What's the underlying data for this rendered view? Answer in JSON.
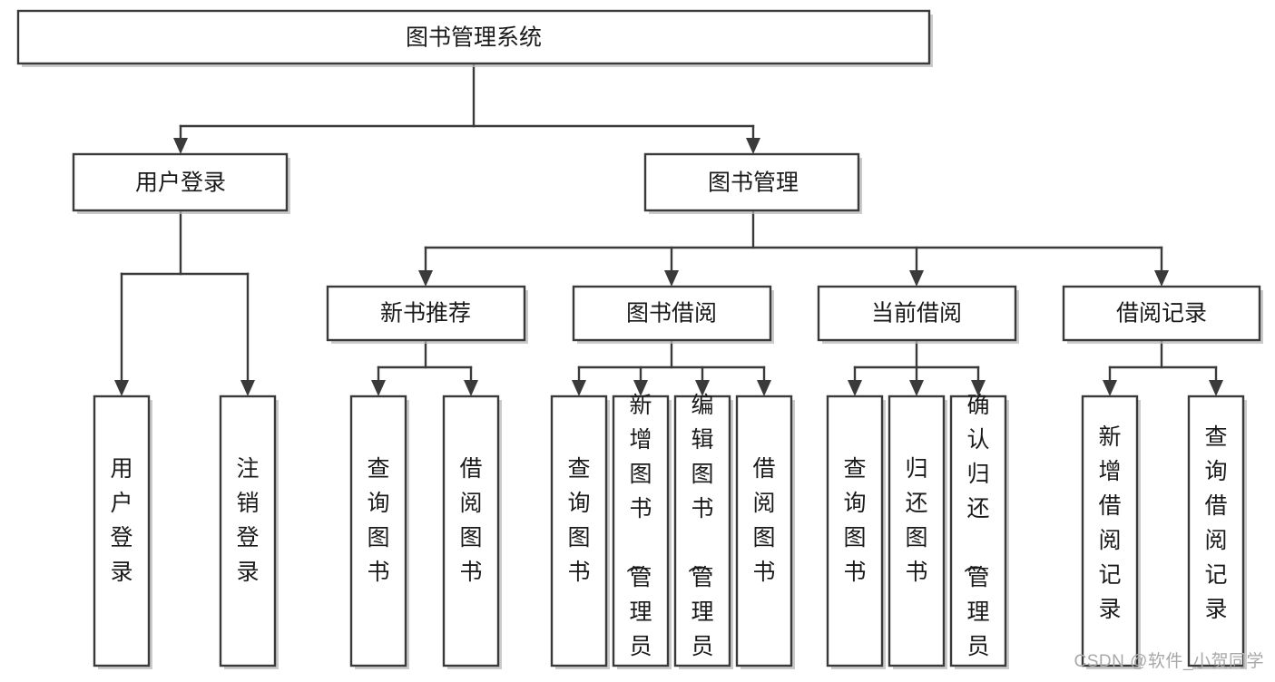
{
  "diagram": {
    "title": "图书管理系统",
    "watermark": "CSDN @软件_小贺同学",
    "colors": {
      "stroke": "#3a3a3a",
      "fill": "#ffffff",
      "text": "#1a1a1a",
      "watermark": "#a8a8a8"
    },
    "root": {
      "label": "图书管理系统"
    },
    "level1": [
      {
        "label": "用户登录"
      },
      {
        "label": "图书管理"
      }
    ],
    "level2": [
      {
        "label": "新书推荐"
      },
      {
        "label": "图书借阅"
      },
      {
        "label": "当前借阅"
      },
      {
        "label": "借阅记录"
      }
    ],
    "leaves": {
      "user_login": [
        {
          "label": "用户登录"
        },
        {
          "label": "注销登录"
        }
      ],
      "new_book": [
        {
          "label": "查询图书"
        },
        {
          "label": "借阅图书"
        }
      ],
      "borrow_book": [
        {
          "label": "查询图书"
        },
        {
          "label": "新增图书（管理员）"
        },
        {
          "label": "编辑图书（管理员）"
        },
        {
          "label": "借阅图书"
        }
      ],
      "current_borrow": [
        {
          "label": "查询图书"
        },
        {
          "label": "归还图书"
        },
        {
          "label": "确认归还（管理员）"
        }
      ],
      "borrow_record": [
        {
          "label": "新增借阅记录"
        },
        {
          "label": "查询借阅记录"
        }
      ]
    }
  }
}
